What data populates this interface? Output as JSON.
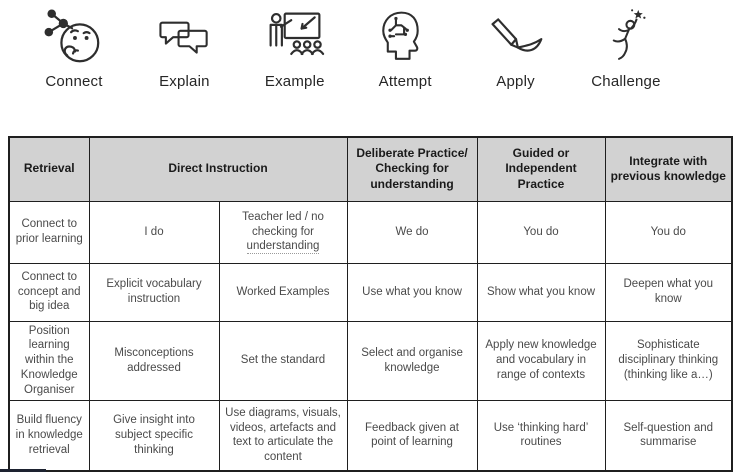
{
  "icon_row": {
    "items": [
      {
        "label": "Connect",
        "icon": "connect-thinking-network-icon"
      },
      {
        "label": "Explain",
        "icon": "speech-bubbles-icon"
      },
      {
        "label": "Example",
        "icon": "teacher-presentation-icon"
      },
      {
        "label": "Attempt",
        "icon": "brain-circuit-head-icon"
      },
      {
        "label": "Apply",
        "icon": "pencil-writing-icon"
      },
      {
        "label": "Challenge",
        "icon": "person-reaching-star-icon"
      }
    ]
  },
  "table": {
    "header": {
      "col1": "Retrieval",
      "col2": "Direct Instruction",
      "col3": "Deliberate Practice/ Checking for understanding",
      "col4": "Guided or Independent Practice",
      "col5": "Integrate with previous knowledge"
    },
    "rows": [
      {
        "cells": [
          "Connect to prior learning",
          "I do",
          {
            "pre": "Teacher led / no checking for ",
            "underlined": "understanding"
          },
          "We do",
          "You do",
          "You do"
        ]
      },
      {
        "cells": [
          "Connect to concept and big idea",
          "Explicit vocabulary instruction",
          "Worked Examples",
          "Use what you know",
          "Show what you know",
          "Deepen what you know"
        ]
      },
      {
        "cells": [
          "Position learning within the Knowledge Organiser",
          "Misconceptions addressed",
          "Set the standard",
          "Select and organise knowledge",
          "Apply new knowledge and vocabulary in range of contexts",
          "Sophisticate disciplinary thinking (thinking like a…)"
        ]
      },
      {
        "cells": [
          "Build fluency in knowledge retrieval",
          "Give insight into subject specific thinking",
          "Use diagrams, visuals, videos, artefacts and text to articulate the content",
          "Feedback given at point of learning",
          "Use ‘thinking hard’ routines",
          "Self-question and summarise"
        ]
      }
    ]
  },
  "colors": {
    "header_bg": "#d2d2d2",
    "border": "#1f1f1f",
    "body_text": "#4a4a4a",
    "header_text": "#1a1a1a"
  }
}
